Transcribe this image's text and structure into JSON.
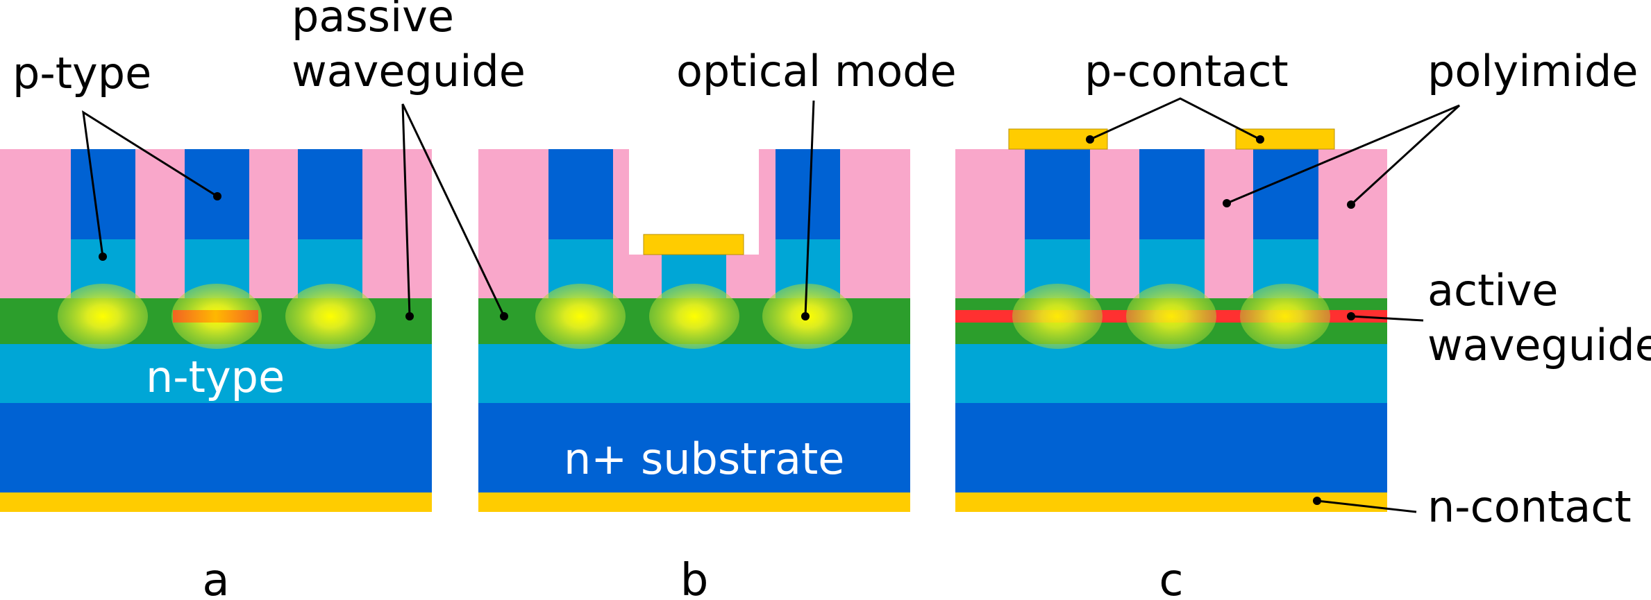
{
  "colors": {
    "polyimide": "#f9a7ca",
    "p_type_upper": "#0062d3",
    "p_type_lower": "#00a6d6",
    "passive_waveguide": "#2c9e2c",
    "n_type": "#00a6d6",
    "substrate": "#0062d3",
    "contact": "#ffcc00",
    "active_waveguide": "#ff3030",
    "mode_center": "#ffff00",
    "mode_edge": "#b0d830"
  },
  "labels": {
    "p_type": "p-type",
    "passive_waveguide_line1": "passive",
    "passive_waveguide_line2": "waveguide",
    "optical_mode": "optical mode",
    "p_contact": "p-contact",
    "polyimide": "polyimide",
    "active_waveguide_line1": "active",
    "active_waveguide_line2": "waveguide",
    "n_contact": "n-contact",
    "n_type": "n-type",
    "n_substrate": "n+ substrate"
  },
  "panels": [
    {
      "letter": "a"
    },
    {
      "letter": "b"
    },
    {
      "letter": "c"
    }
  ]
}
